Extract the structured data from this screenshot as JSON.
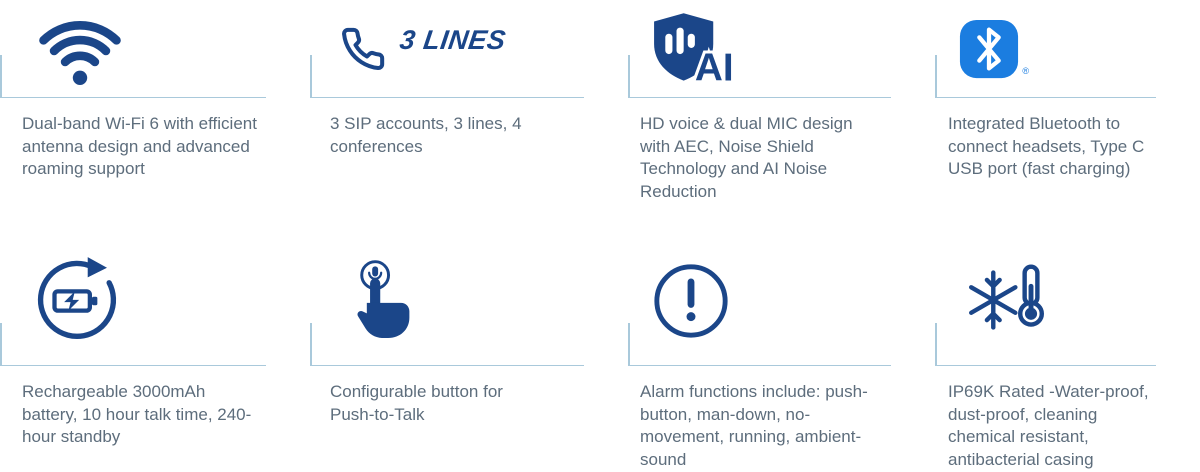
{
  "colors": {
    "icon_navy": "#1b4689",
    "bluetooth_blue": "#1b7de0",
    "divider": "#a9c9db",
    "text": "#5d6d7c"
  },
  "features": [
    {
      "name": "wifi",
      "text": "Dual-band Wi-Fi 6 with efficient antenna design and advanced roaming support"
    },
    {
      "name": "three-lines",
      "badge": "3 LINES",
      "text": "3 SIP accounts, 3 lines, 4 conferences"
    },
    {
      "name": "ai-noise-shield",
      "overlay": "AI",
      "text": "HD voice & dual MIC design with AEC, Noise Shield Technology and AI Noise Reduction"
    },
    {
      "name": "bluetooth",
      "reg_mark": "®",
      "text": "Integrated Bluetooth to connect headsets, Type C USB port (fast charging)"
    },
    {
      "name": "battery",
      "text": "Rechargeable 3000mAh battery, 10 hour talk time, 240-hour standby"
    },
    {
      "name": "push-to-talk",
      "text": "Configurable button for Push-to-Talk"
    },
    {
      "name": "alarm",
      "text": "Alarm functions include: push-button, man-down, no-movement, running, ambient-sound"
    },
    {
      "name": "rugged",
      "text": "IP69K Rated -Water-proof, dust-proof, cleaning chemical resistant, antibacterial casing"
    }
  ]
}
